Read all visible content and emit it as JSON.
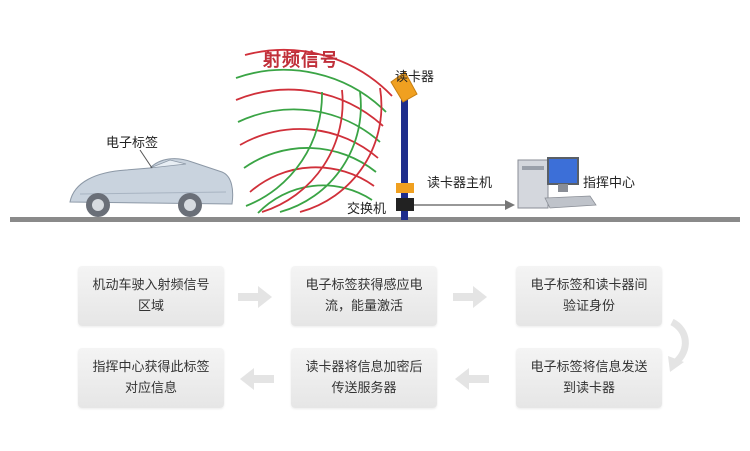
{
  "diagram": {
    "title": "射频信号",
    "labels": {
      "tag": "电子标签",
      "reader": "读卡器",
      "reader_host": "读卡器主机",
      "switch": "交换机",
      "command_center": "指挥中心"
    },
    "steps": [
      "机动车驶入射频信号区域",
      "电子标签获得感应电流，能量激活",
      "电子标签和读卡器间验证身份",
      "电子标签将信息发送到读卡器",
      "读卡器将信息加密后传送服务器",
      "指挥中心获得此标签对应信息"
    ],
    "colors": {
      "signal_red": "#d0303a",
      "signal_green": "#3aa445",
      "pole_blue": "#1e2d8c",
      "accent_orange": "#f0a020",
      "ground": "#8a8a8a",
      "box": "#ececec"
    }
  }
}
